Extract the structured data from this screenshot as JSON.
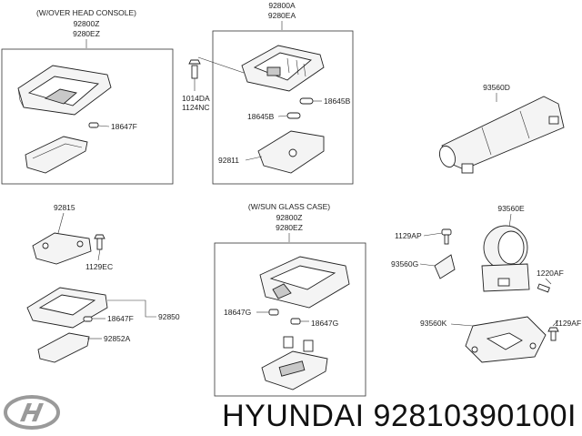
{
  "groups": {
    "overhead_console": {
      "title": "(W/OVER HEAD CONSOLE)",
      "part_a": "92800Z",
      "part_b": "9280EZ"
    },
    "top_center": {
      "part_a": "92800A",
      "part_b": "9280EA"
    },
    "sun_glass_case": {
      "title": "(W/SUN GLASS CASE)",
      "part_a": "92800Z",
      "part_b": "9280EZ"
    }
  },
  "labels": {
    "l_18647F_top": "18647F",
    "l_1014DA": "1014DA",
    "l_1124NC": "1124NC",
    "l_18645B_right": "18645B",
    "l_18645B_left": "18645B",
    "l_92811": "92811",
    "l_93560D": "93560D",
    "l_92815": "92815",
    "l_1129EC": "1129EC",
    "l_92850": "92850",
    "l_18647F_bottom": "18647F",
    "l_92852A": "92852A",
    "l_18647G_left": "18647G",
    "l_18647G_right": "18647G",
    "l_93560E": "93560E",
    "l_1129AP": "1129AP",
    "l_93560G": "93560G",
    "l_1220AF": "1220AF",
    "l_93560K": "93560K",
    "l_1129AF": "1129AF"
  },
  "footer": {
    "text": "HYUNDAI 92810390100I"
  },
  "logo": {
    "icon": "hyundai-logo-icon"
  }
}
